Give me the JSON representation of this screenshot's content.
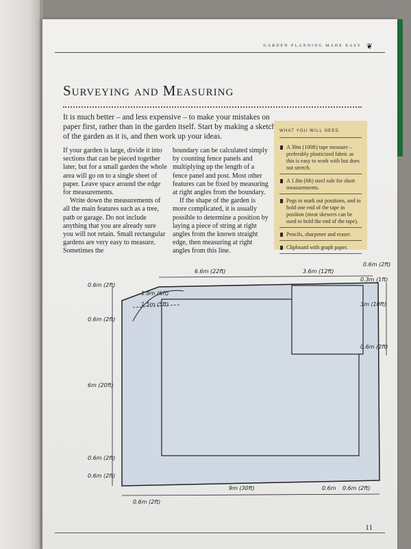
{
  "running_head": "Garden Planning Made Easy",
  "title": "Surveying and Measuring",
  "intro": "It is much better – and less expensive – to make your mistakes on paper first, rather than in the garden itself. Start by making a sketch of the garden as it is, and then work up your ideas.",
  "col1": {
    "p1": "If your garden is large, divide it into sections that can be pieced together later, but for a small garden the whole area will go on to a single sheet of paper. Leave space around the edge for measurements.",
    "p2": "Write down the measurements of all the main features such as a tree, path or garage. Do not include anything that you are already sure you will not retain. Small rectangular gardens are very easy to measure. Sometimes the"
  },
  "col2": {
    "p1": "boundary can be calculated simply by counting fence panels and multiplying up the length of a fence panel and post. Most other features can be fixed by measuring at right angles from the boundary.",
    "p2": "If the shape of the garden is more complicated, it is usually possible to determine a position by laying a piece of string at right angles from the known straight edge, then measuring at right angles from this line."
  },
  "needs": {
    "title": "What you will need",
    "items": [
      "A 30m (100ft) tape measure – preferably plasticized fabric as this is easy to work with but does not stretch.",
      "A 1.8m (6ft) steel rule for short measurements.",
      "Pegs to mark out positions, and to hold one end of the tape in position (meat skewers can be used to hold the end of the tape).",
      "Pencils, sharpener and eraser.",
      "Clipboard with graph paper."
    ]
  },
  "plan_labels": {
    "top_left": "6.6m (22ft)",
    "top_mid": "3.6m (12ft)",
    "top_right": "0.6m (2ft)",
    "right_1": "0.3m (1ft)",
    "right_2": "3m (10ft)",
    "right_3": "0.6m (2ft)",
    "left_1": "0.6m (2ft)",
    "left_2": "0.6m (2ft)",
    "left_3": "6m (20ft)",
    "left_4": "0.6m (2ft)",
    "left_5": "0.6m (2ft)",
    "arc_1": "1.8m (6ft)",
    "arc_2": "1.5m (5ft)",
    "bottom_mid": "9m (30ft)",
    "bottom_left": "0.6m (2ft)",
    "bottom_r1": "0.6m",
    "bottom_r2": "0.6m (2ft)"
  },
  "page_number": "11",
  "colors": {
    "fill": "#cfd8e3",
    "box": "#e8d9a6"
  }
}
